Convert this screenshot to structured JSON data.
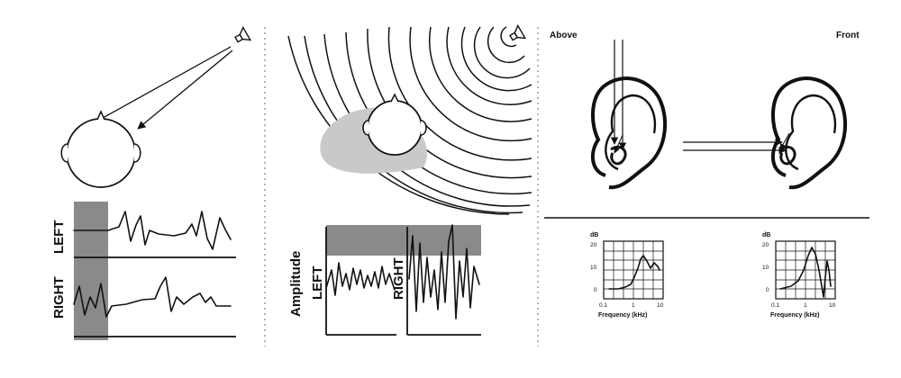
{
  "panel1": {
    "left_label": "LEFT",
    "right_label": "RIGHT"
  },
  "panel2": {
    "amplitude_label": "Amplitude",
    "left_label": "LEFT",
    "right_label": "RIGHT"
  },
  "panel3": {
    "above_label": "Above",
    "front_label": "Front",
    "charts": [
      {
        "ylabel": "dB",
        "xlabel": "Frequency (kHz)",
        "yticks": [
          "20",
          "10",
          "0"
        ],
        "xticks": [
          "0.1",
          "1",
          "10"
        ]
      },
      {
        "ylabel": "dB",
        "xlabel": "Frequency (kHz)",
        "yticks": [
          "20",
          "10",
          "0"
        ],
        "xticks": [
          "0.1",
          "1",
          "10"
        ]
      }
    ]
  },
  "colors": {
    "ink": "#111111",
    "shade": "#8a8a8a",
    "shadow": "#c9c9c9",
    "divider": "#b5b5b5"
  }
}
